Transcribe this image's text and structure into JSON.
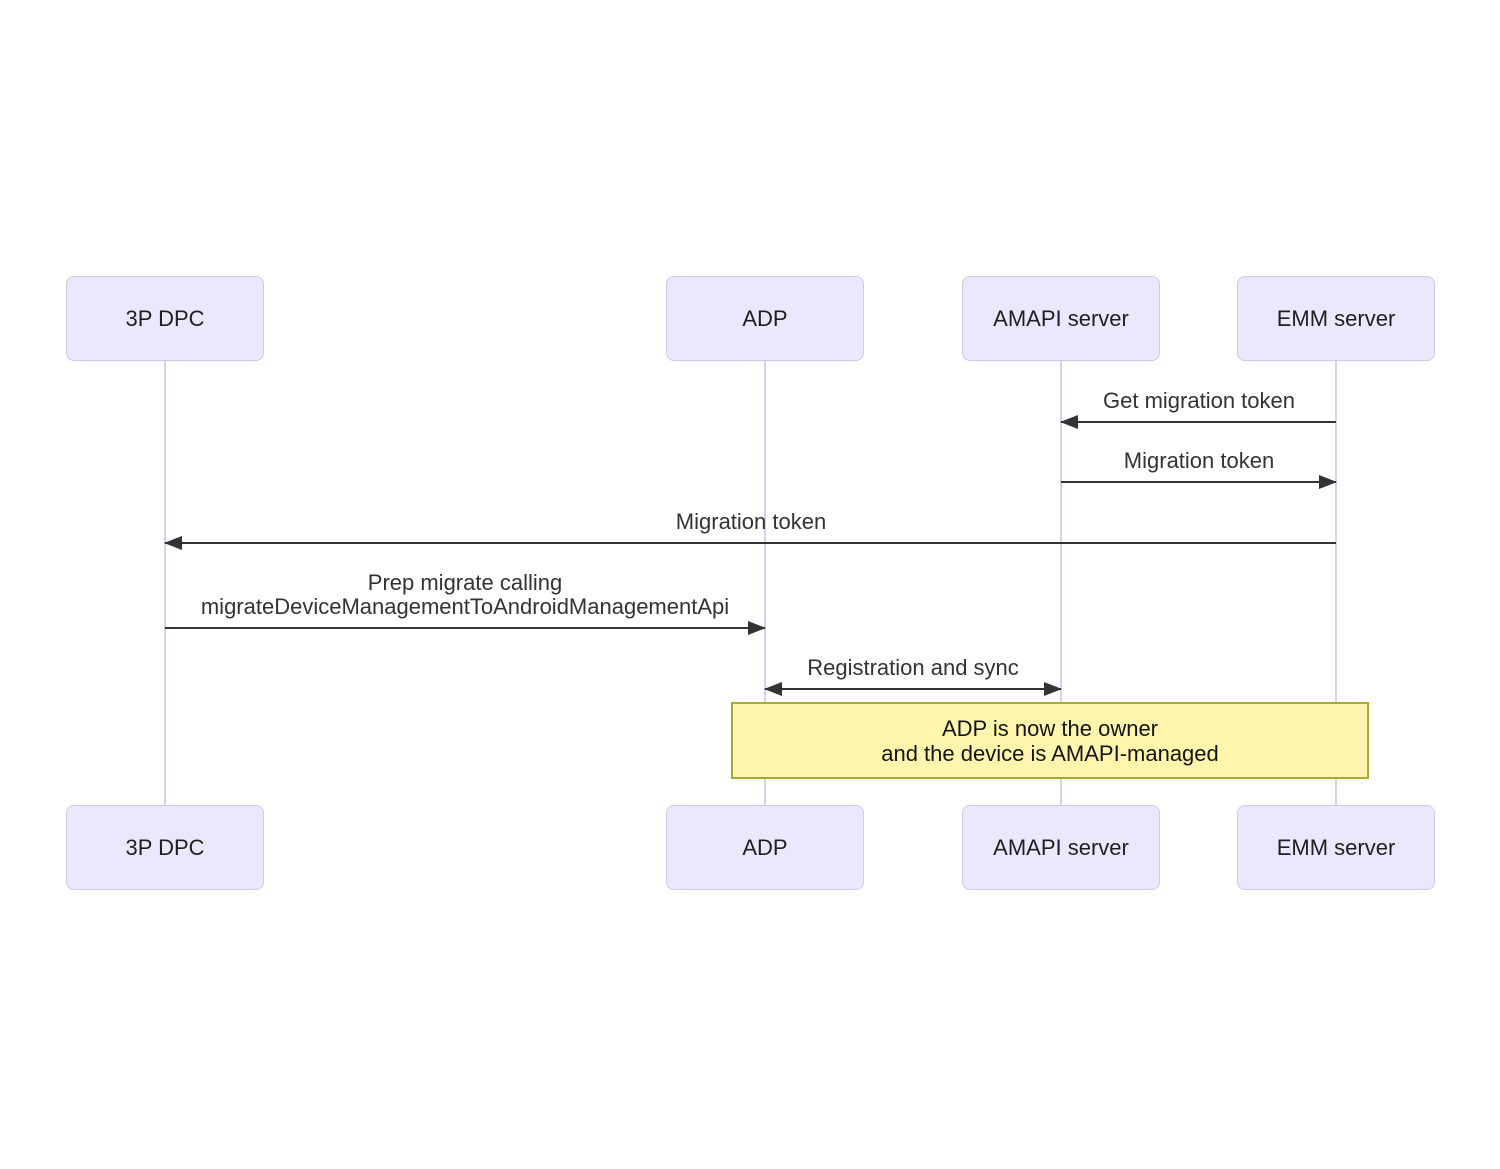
{
  "diagram": {
    "type": "sequence",
    "actors": [
      {
        "name": "3P DPC"
      },
      {
        "name": "ADP"
      },
      {
        "name": "AMAPI server"
      },
      {
        "name": "EMM server"
      }
    ],
    "messages": [
      {
        "label": "Get migration token",
        "from": "EMM server",
        "to": "AMAPI server"
      },
      {
        "label": "Migration token",
        "from": "AMAPI server",
        "to": "EMM server"
      },
      {
        "label": "Migration token",
        "from": "EMM server",
        "to": "3P DPC"
      },
      {
        "label": "Prep migrate calling",
        "label2": "migrateDeviceManagementToAndroidManagementApi",
        "from": "3P DPC",
        "to": "ADP"
      },
      {
        "label": "Registration and sync",
        "from": "ADP",
        "to": "AMAPI server",
        "bidirectional": true
      }
    ],
    "note": {
      "line1": "ADP is now the owner",
      "line2": "and the device is AMAPI-managed"
    },
    "colors": {
      "background": "#FFFFFF",
      "actor_fill": "#EAE8FC",
      "actor_border": "#CFC8EF",
      "lifeline": "#D8CFF2",
      "arrow": "#333333",
      "message_text": "#333333",
      "note_fill": "#FFF5AD",
      "note_border": "#AAAA33"
    }
  }
}
